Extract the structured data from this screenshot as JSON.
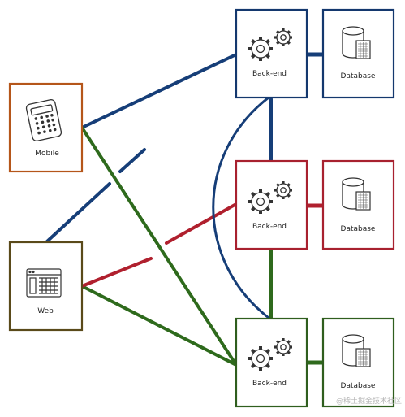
{
  "nodes": {
    "mobile": {
      "label": "Mobile",
      "color": "#b5561a",
      "icon": "smartphone-icon"
    },
    "web": {
      "label": "Web",
      "color": "#5a4a1a",
      "icon": "browser-grid-icon"
    },
    "backend_top": {
      "label": "Back-end",
      "color": "#14386e",
      "icon": "gears-icon"
    },
    "backend_mid": {
      "label": "Back-end",
      "color": "#a8212f",
      "icon": "gears-icon"
    },
    "backend_bot": {
      "label": "Back-end",
      "color": "#2f5e1e",
      "icon": "gears-icon"
    },
    "database_top": {
      "label": "Database",
      "color": "#14386e",
      "icon": "database-icon"
    },
    "database_mid": {
      "label": "Database",
      "color": "#a8212f",
      "icon": "database-icon"
    },
    "database_bot": {
      "label": "Database",
      "color": "#2f5e1e",
      "icon": "database-icon"
    }
  },
  "colors": {
    "blue": "#163e78",
    "red": "#b0202e",
    "green": "#2e6a1c"
  },
  "watermark": "@稀土掘金技术社区"
}
